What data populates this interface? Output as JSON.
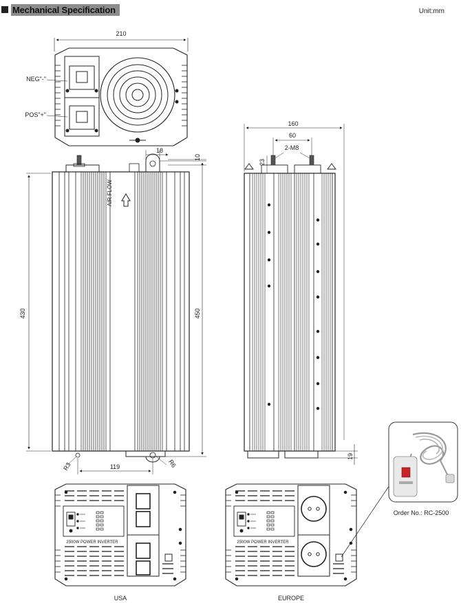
{
  "header": {
    "section_title": "Mechanical Specification",
    "unit": "Unit:mm"
  },
  "end_view": {
    "width_dim": "210",
    "neg_label": "NEG\"-\"",
    "pos_label": "POS\"+\""
  },
  "top_view": {
    "dim_18": "18",
    "dim_10": "10",
    "dim_430": "430",
    "dim_450": "450",
    "dim_119": "119",
    "r3": "R3",
    "r6": "R6",
    "air_flow": "AIR FLOW"
  },
  "side_view": {
    "dim_160": "160",
    "dim_60": "60",
    "dim_2m8": "2-M8",
    "dim_23": "23",
    "dim_19": "19"
  },
  "panels": {
    "usa": {
      "caption": "USA",
      "label": "2500W POWER INVERTER"
    },
    "europe": {
      "caption": "EUROPE",
      "label": "2500W POWER INVERTER"
    },
    "order": "Order No.: RC-2500"
  }
}
